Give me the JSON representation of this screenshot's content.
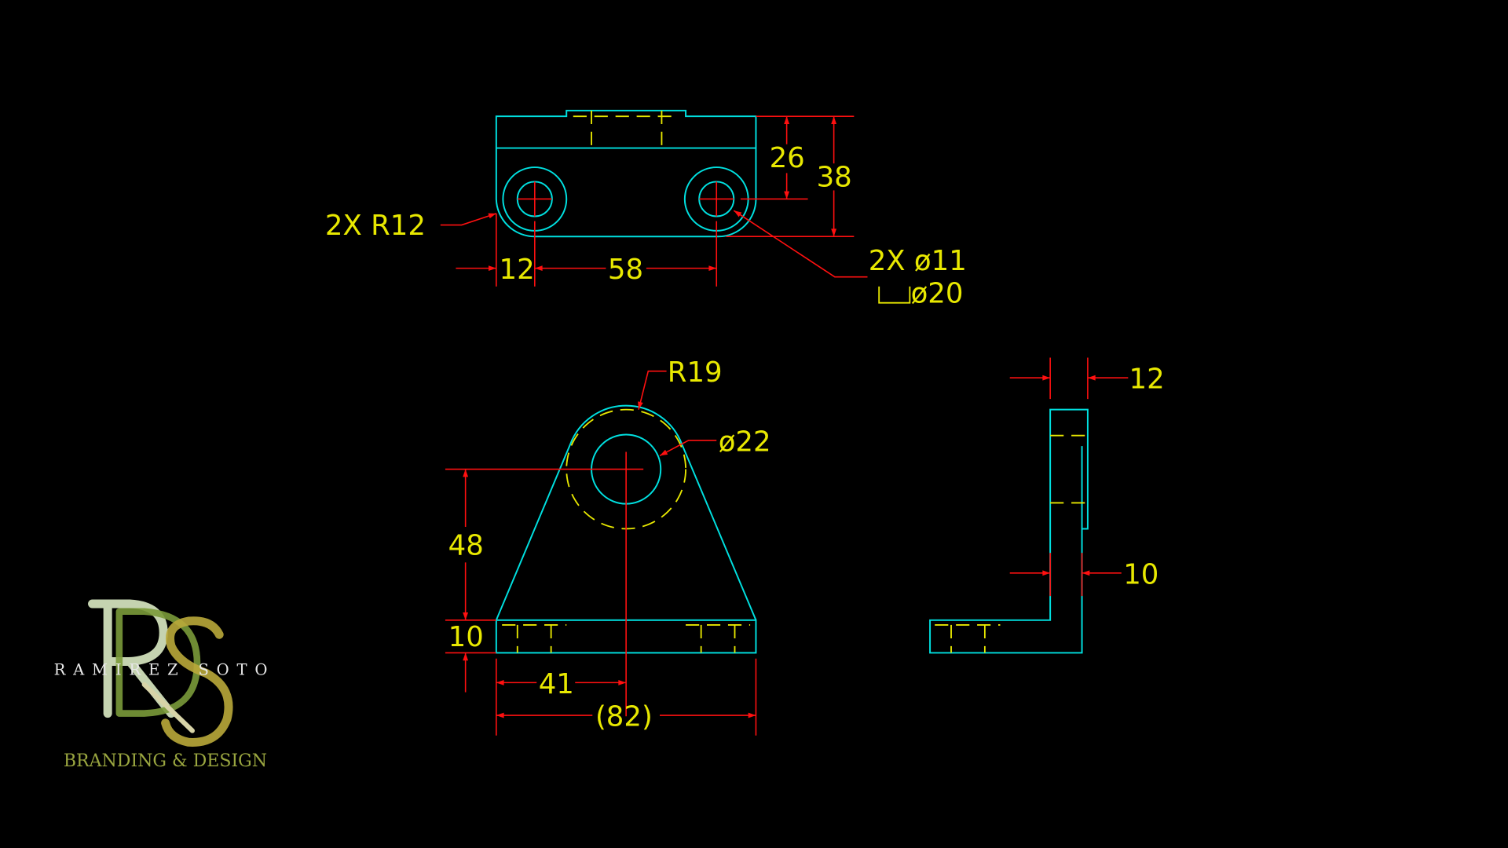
{
  "colors": {
    "background": "#000000",
    "object": "#00e0e0",
    "hidden": "#e8e800",
    "dimension": "#ff1010",
    "text": "#e8e800"
  },
  "top_view": {
    "radius_note": "2X R12",
    "dim_26": "26",
    "dim_38": "38",
    "dim_12": "12",
    "dim_58": "58",
    "hole_note": "2X  ø11",
    "counterbore_note": "ø20"
  },
  "front_view": {
    "radius_note": "R19",
    "bore_note": "ø22",
    "dim_48": "48",
    "dim_10": "10",
    "dim_41": "41",
    "dim_82": "(82)"
  },
  "side_view": {
    "dim_12": "12",
    "dim_10": "10"
  },
  "logo": {
    "monogram": "RS",
    "name": "RAMIREZ SOTO",
    "tagline": "BRANDING & DESIGN"
  }
}
